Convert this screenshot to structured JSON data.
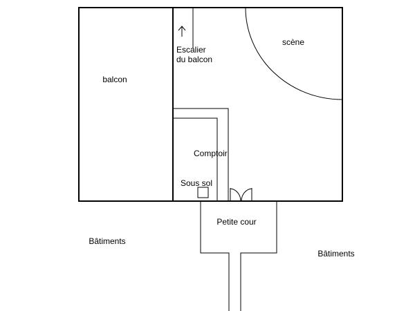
{
  "labels": {
    "balcon": "balcon",
    "escalier_line1": "Escalier",
    "escalier_line2": "du balcon",
    "scene": "scène",
    "comptoir": "Comptoir",
    "sous_sol": "Sous sol",
    "petite_cour": "Petite cour",
    "batiments_left": "Bâtiments",
    "batiments_right": "Bâtiments"
  },
  "icons": {
    "stair_arrow": "arrow-up-icon"
  }
}
